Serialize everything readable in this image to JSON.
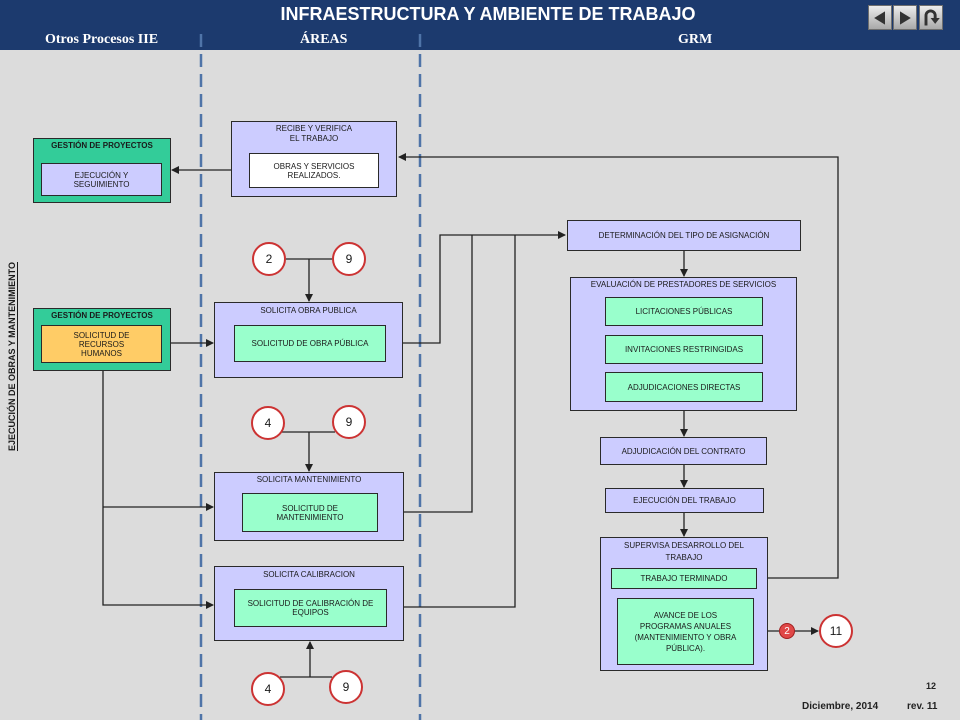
{
  "header": {
    "title": "INFRAESTRUCTURA Y AMBIENTE DE TRABAJO",
    "col_otros": "Otros Procesos IIE",
    "col_areas": "ÁREAS",
    "col_grm": "GRM"
  },
  "nav": {
    "prev_icon": "triangle-left-icon",
    "next_icon": "triangle-right-icon",
    "return_icon": "u-turn-icon"
  },
  "side_label": "EJECUCIÓN DE OBRAS Y MANTENIMIENTO",
  "gestion_1": {
    "title": "GESTIÓN DE PROYECTOS",
    "item_lines": [
      "EJECUCIÓN Y",
      "SEGUIMIENTO"
    ]
  },
  "gestion_2": {
    "title": "GESTIÓN DE PROYECTOS",
    "item_lines": [
      "SOLICITUD DE",
      "RECURSOS",
      "HUMANOS"
    ]
  },
  "recibe": {
    "title_lines": [
      "RECIBE Y VERIFICA",
      "EL TRABAJO"
    ],
    "item_lines": [
      "OBRAS Y SERVICIOS",
      "REALIZADOS."
    ]
  },
  "obra": {
    "title": "SOLICITA OBRA PUBLICA",
    "item": "SOLICITUD DE OBRA PÚBLICA"
  },
  "mantenimiento": {
    "title": "SOLICITA MANTENIMIENTO",
    "item_lines": [
      "SOLICITUD DE",
      "MANTENIMIENTO"
    ]
  },
  "calibracion": {
    "title": "SOLICITA CALIBRACION",
    "item_lines": [
      "SOLICITUD DE CALIBRACIÓN DE",
      "EQUIPOS"
    ]
  },
  "determinacion": "DETERMINACIÓN DEL TIPO DE ASIGNACIÓN",
  "evaluacion": {
    "title": "EVALUACIÓN DE PRESTADORES DE SERVICIOS",
    "options": [
      "LICITACIONES PÚBLICAS",
      "INVITACIONES RESTRINGIDAS",
      "ADJUDICACIONES DIRECTAS"
    ]
  },
  "adjudicacion": "ADJUDICACIÓN DEL CONTRATO",
  "ejecucion": "EJECUCIÓN DEL TRABAJO",
  "supervisa": {
    "title_lines": [
      "SUPERVISA DESARROLLO DEL",
      "TRABAJO"
    ],
    "terminado": "TRABAJO TERMINADO",
    "avance_lines": [
      "AVANCE DE LOS",
      "PROGRAMAS ANUALES",
      "(MANTENIMIENTO Y OBRA",
      "PÚBLICA)."
    ]
  },
  "refs": {
    "obra_pair": [
      "2",
      "9"
    ],
    "mant_pair": [
      "4",
      "9"
    ],
    "calib_pair": [
      "4",
      "9"
    ],
    "avance_ref": "2",
    "next_ref": "11"
  },
  "footer": {
    "page": "12",
    "date": "Diciembre, 2014",
    "rev": "rev. 11"
  },
  "colors": {
    "header_bg": "#1c3a6e",
    "box_lavender": "#ccccff",
    "box_mint": "#99ffcc",
    "box_green": "#33cc99",
    "box_orange": "#ffcc66",
    "circle_border": "#cc3333",
    "reference_red": "#e04848",
    "dashed_line": "#4f74a8",
    "background": "#dcdcdc"
  }
}
